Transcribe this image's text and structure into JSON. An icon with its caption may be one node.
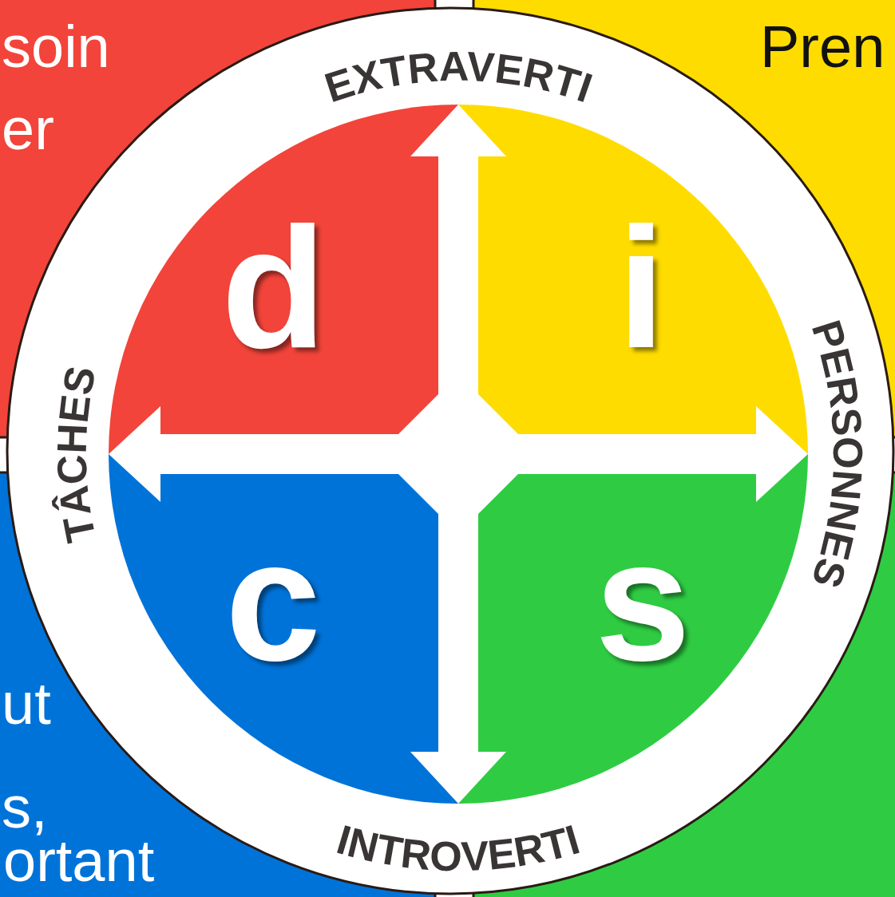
{
  "diagram": {
    "nodes": [
      {
        "text": [
          "d"
        ]
      },
      {
        "text": [
          "i"
        ]
      },
      {
        "text": [
          "c"
        ]
      },
      {
        "text": [
          "s"
        ]
      }
    ],
    "labels": [
      "soin",
      "EXTRAVERTI",
      "Pren",
      "er",
      "TÂCHES",
      "PERSONNES",
      "ut",
      "s,",
      "ortant",
      "INTROVERTI"
    ]
  }
}
